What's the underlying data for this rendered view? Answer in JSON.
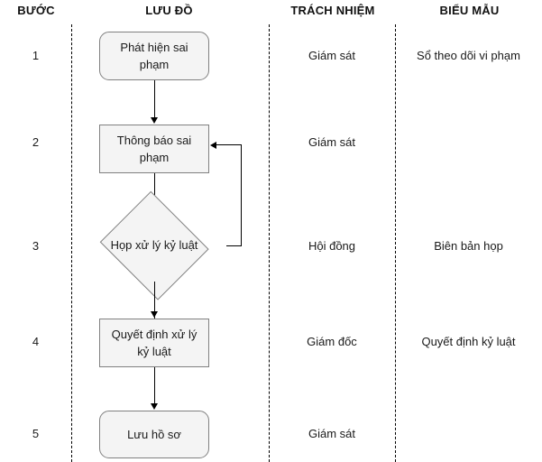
{
  "headers": {
    "step": "BƯỚC",
    "flowchart": "LƯU ĐỒ",
    "responsibility": "TRÁCH NHIỆM",
    "form": "BIỂU MẪU"
  },
  "colors": {
    "node_fill": "#f4f4f4",
    "node_border": "#808080",
    "connector": "#000000",
    "divider": "#000000",
    "text": "#1a1a1a",
    "background": "#ffffff"
  },
  "rows": [
    {
      "step": "1",
      "node_text": "Phát hiện sai phạm",
      "shape": "rounded-rectangle",
      "responsibility": "Giám sát",
      "form": "Sổ theo dõi vi phạm"
    },
    {
      "step": "2",
      "node_text": "Thông báo sai phạm",
      "shape": "rectangle",
      "responsibility": "Giám sát",
      "form": ""
    },
    {
      "step": "3",
      "node_text": "Họp xử lý kỷ luật",
      "shape": "diamond",
      "responsibility": "Hội đồng",
      "form": "Biên bản họp"
    },
    {
      "step": "4",
      "node_text": "Quyết định xử lý kỷ luật",
      "shape": "rectangle",
      "responsibility": "Giám đốc",
      "form": "Quyết định kỷ luật"
    },
    {
      "step": "5",
      "node_text": "Lưu hồ sơ",
      "shape": "rounded-rectangle",
      "responsibility": "Giám sát",
      "form": ""
    }
  ],
  "connectors": [
    {
      "from": "1",
      "to": "2",
      "type": "arrow-down"
    },
    {
      "from": "2",
      "to": "3",
      "type": "arrow-down"
    },
    {
      "from": "3",
      "to": "2",
      "type": "feedback-loop-right-up-left"
    },
    {
      "from": "3",
      "to": "4",
      "type": "arrow-down"
    },
    {
      "from": "4",
      "to": "5",
      "type": "arrow-down"
    }
  ]
}
